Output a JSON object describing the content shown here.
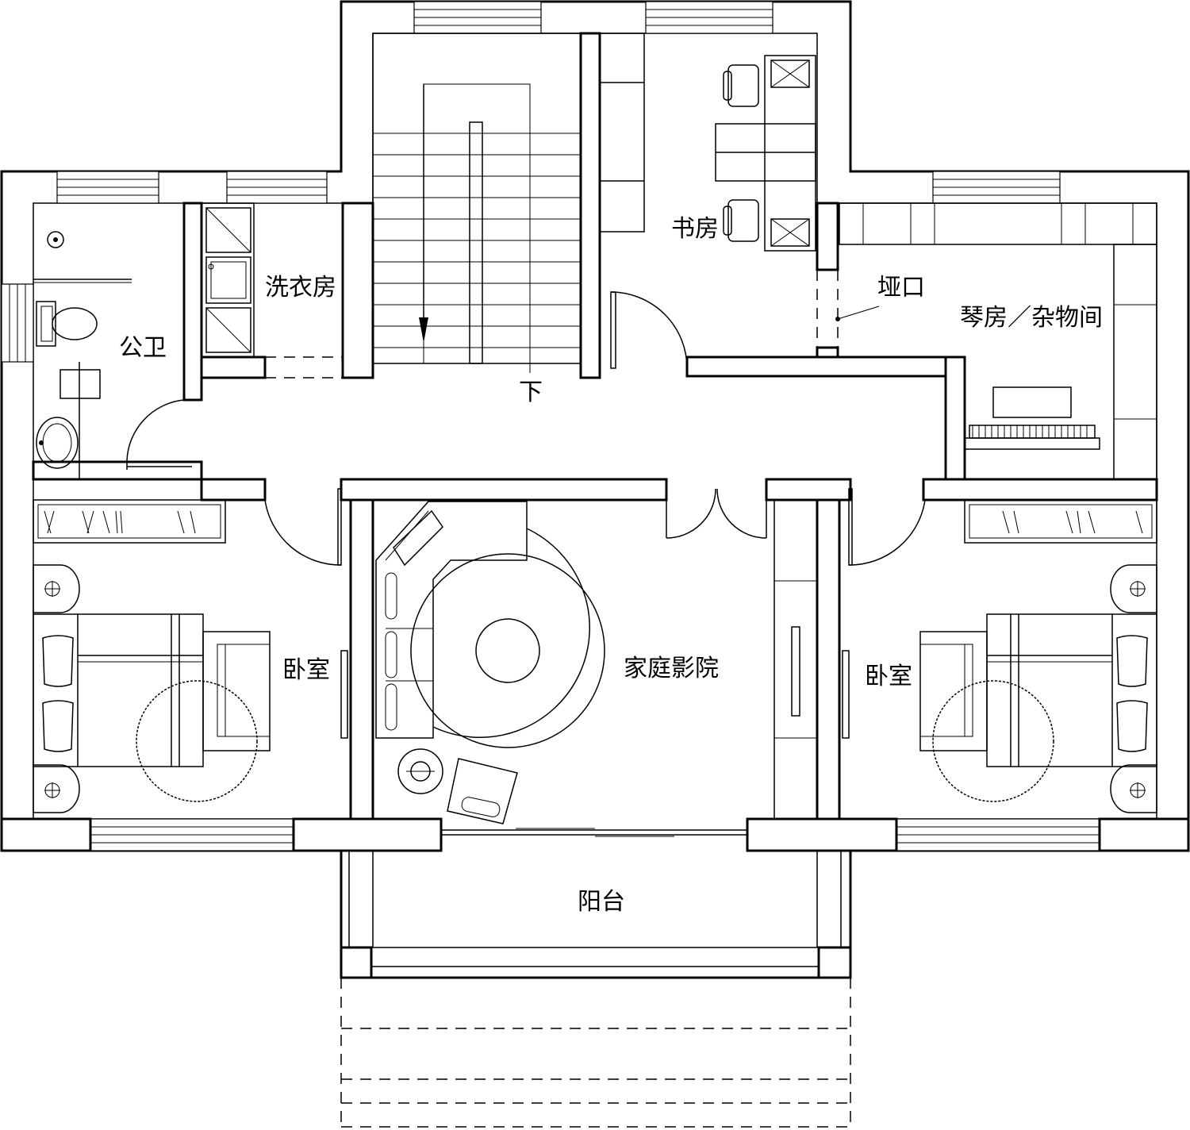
{
  "rooms": {
    "public_bathroom": "公卫",
    "laundry_room": "洗衣房",
    "study": "书房",
    "niche_opening": "垭口",
    "piano_storage": "琴房／杂物间",
    "bedroom_left": "卧室",
    "home_theater": "家庭影院",
    "bedroom_right": "卧室",
    "balcony": "阳台"
  },
  "stair": {
    "direction": "下"
  }
}
